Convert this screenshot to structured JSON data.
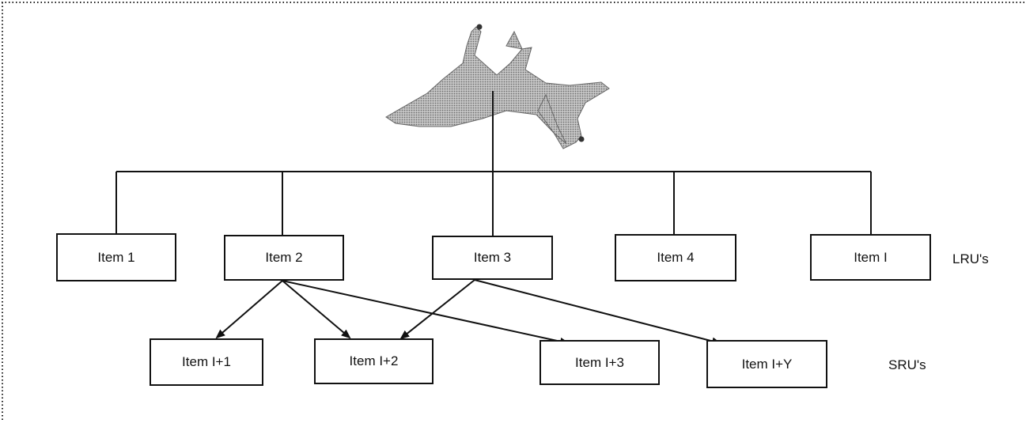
{
  "lru": {
    "items": [
      "Item 1",
      "Item 2",
      "Item 3",
      "Item 4",
      "Item I"
    ],
    "label": "LRU's"
  },
  "sru": {
    "items": [
      "Item I+1",
      "Item I+2",
      "Item I+3",
      "Item I+Y"
    ],
    "label": "SRU's"
  },
  "links": [
    {
      "from": "Item 2",
      "to": "Item I+1"
    },
    {
      "from": "Item 2",
      "to": "Item I+2"
    },
    {
      "from": "Item 2",
      "to": "Item I+3"
    },
    {
      "from": "Item 3",
      "to": "Item I+2"
    },
    {
      "from": "Item 3",
      "to": "Item I+Y"
    }
  ],
  "icons": {
    "root": "fighter-jet-icon"
  },
  "colors": {
    "line": "#111111",
    "jet": "#9a9a9a"
  }
}
